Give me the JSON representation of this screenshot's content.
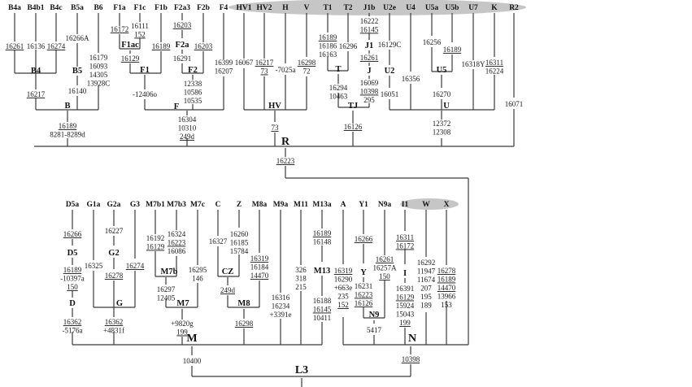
{
  "figure": {
    "highlight_color": "#c6c6c6",
    "line_color": "#3a3a3a",
    "upper_ellipse_group": [
      "HV1",
      "HV2",
      "H",
      "V",
      "T1",
      "T2",
      "J1b",
      "U2e",
      "U4",
      "U5a",
      "U5b",
      "U7",
      "K",
      "R2"
    ],
    "lower_ellipse_group": [
      "I1",
      "W",
      "X"
    ]
  },
  "tips": [
    {
      "id": "B4a",
      "label": "B4a",
      "muts": [
        {
          "t": "16261",
          "u": true
        }
      ]
    },
    {
      "id": "B4b1",
      "label": "B4b1",
      "muts": [
        {
          "t": "16136"
        }
      ]
    },
    {
      "id": "B4c",
      "label": "B4c",
      "muts": [
        {
          "t": "16274",
          "u": true
        }
      ]
    },
    {
      "id": "B5a",
      "label": "B5a",
      "muts": [
        {
          "t": "16266A"
        }
      ]
    },
    {
      "id": "B6",
      "label": "B6",
      "muts": [
        {
          "t": "16179"
        },
        {
          "t": "16093"
        },
        {
          "t": "14305"
        },
        {
          "t": "13928C"
        }
      ]
    },
    {
      "id": "F1a",
      "label": "F1a",
      "muts": [
        {
          "t": "16172",
          "u": true
        }
      ]
    },
    {
      "id": "F1c",
      "label": "F1c",
      "muts": [
        {
          "t": "16111"
        },
        {
          "t": "152",
          "u": true
        }
      ]
    },
    {
      "id": "F1b",
      "label": "F1b",
      "muts": [
        {
          "t": "16189",
          "u": true
        }
      ]
    },
    {
      "id": "F2a3",
      "label": "F2a3",
      "muts": [
        {
          "t": "16203",
          "u": true
        }
      ]
    },
    {
      "id": "F2b",
      "label": "F2b",
      "muts": [
        {
          "t": "16203",
          "u": true
        }
      ]
    },
    {
      "id": "F4",
      "label": "F4",
      "muts": [
        {
          "t": "16399"
        },
        {
          "t": "16207"
        }
      ]
    },
    {
      "id": "HV1",
      "label": "HV1",
      "muts": [
        {
          "t": "16067"
        }
      ]
    },
    {
      "id": "HV2",
      "label": "HV2",
      "muts": [
        {
          "t": "16217",
          "u": true
        },
        {
          "t": "73",
          "u": true
        }
      ]
    },
    {
      "id": "H",
      "label": "H",
      "muts": [
        {
          "t": "-7025a"
        }
      ]
    },
    {
      "id": "V",
      "label": "V",
      "muts": [
        {
          "t": "16298",
          "u": true
        },
        {
          "t": "72"
        }
      ]
    },
    {
      "id": "T1",
      "label": "T1",
      "muts": [
        {
          "t": "16189",
          "u": true
        },
        {
          "t": "16186"
        },
        {
          "t": "16163"
        }
      ]
    },
    {
      "id": "T2",
      "label": "T2",
      "muts": [
        {
          "t": "16296"
        }
      ]
    },
    {
      "id": "J1b",
      "label": "J1b",
      "muts": [
        {
          "t": "16222"
        },
        {
          "t": "16145",
          "u": true
        }
      ]
    },
    {
      "id": "U2e",
      "label": "U2e",
      "muts": [
        {
          "t": "16129C"
        }
      ]
    },
    {
      "id": "U4",
      "label": "U4",
      "muts": [
        {
          "t": "16356"
        }
      ]
    },
    {
      "id": "U5a",
      "label": "U5a",
      "muts": [
        {
          "t": "16256"
        }
      ]
    },
    {
      "id": "U5b",
      "label": "U5b",
      "muts": [
        {
          "t": "16189",
          "u": true
        }
      ]
    },
    {
      "id": "U7",
      "label": "U7",
      "muts": [
        {
          "t": "16318Y"
        }
      ]
    },
    {
      "id": "K",
      "label": "K",
      "muts": [
        {
          "t": "16311",
          "u": true
        },
        {
          "t": "16224"
        }
      ]
    },
    {
      "id": "R2",
      "label": "R2",
      "muts": [
        {
          "t": "16071"
        }
      ]
    },
    {
      "id": "D5a",
      "label": "D5a",
      "muts": [
        {
          "t": "16266",
          "u": true
        }
      ]
    },
    {
      "id": "G1a",
      "label": "G1a",
      "muts": [
        {
          "t": "16325"
        }
      ]
    },
    {
      "id": "G2a",
      "label": "G2a",
      "muts": [
        {
          "t": "16227"
        }
      ]
    },
    {
      "id": "G3",
      "label": "G3",
      "muts": [
        {
          "t": "16274",
          "u": true
        }
      ]
    },
    {
      "id": "M7b1",
      "label": "M7b1",
      "muts": [
        {
          "t": "16192"
        },
        {
          "t": "16129",
          "u": true
        }
      ]
    },
    {
      "id": "M7b3",
      "label": "M7b3",
      "muts": [
        {
          "t": "16324"
        },
        {
          "t": "16223",
          "u": true
        },
        {
          "t": "16086"
        }
      ]
    },
    {
      "id": "M7c",
      "label": "M7c",
      "muts": [
        {
          "t": "16295"
        },
        {
          "t": "146"
        }
      ]
    },
    {
      "id": "C",
      "label": "C",
      "muts": [
        {
          "t": "16327"
        }
      ]
    },
    {
      "id": "Z",
      "label": "Z",
      "muts": [
        {
          "t": "16260"
        },
        {
          "t": "16185"
        },
        {
          "t": "15784"
        }
      ]
    },
    {
      "id": "M8a",
      "label": "M8a",
      "muts": [
        {
          "t": "16319",
          "u": true
        },
        {
          "t": "16184"
        },
        {
          "t": "14470",
          "u": true
        }
      ]
    },
    {
      "id": "M9a",
      "label": "M9a",
      "muts": [
        {
          "t": "16316"
        },
        {
          "t": "16234"
        },
        {
          "t": "+3391e"
        }
      ]
    },
    {
      "id": "M11",
      "label": "M11",
      "muts": [
        {
          "t": "326"
        },
        {
          "t": "318"
        },
        {
          "t": "215"
        }
      ]
    },
    {
      "id": "M13a",
      "label": "M13a",
      "muts": [
        {
          "t": "16189",
          "u": true
        },
        {
          "t": "16148"
        }
      ]
    },
    {
      "id": "A",
      "label": "A",
      "muts": [
        {
          "t": "16319",
          "u": true
        },
        {
          "t": "16290"
        },
        {
          "t": "+663e"
        },
        {
          "t": "235"
        },
        {
          "t": "152",
          "u": true
        }
      ]
    },
    {
      "id": "Y1",
      "label": "Y1",
      "muts": [
        {
          "t": "16266",
          "u": true
        }
      ]
    },
    {
      "id": "N9a",
      "label": "N9a",
      "muts": [
        {
          "t": "16261",
          "u": true
        },
        {
          "t": "16257A"
        },
        {
          "t": "150",
          "u": true
        }
      ]
    },
    {
      "id": "I1",
      "label": "I1",
      "muts": [
        {
          "t": "16311",
          "u": true
        },
        {
          "t": "16172",
          "u": true
        }
      ]
    },
    {
      "id": "W",
      "label": "W",
      "muts": [
        {
          "t": "16292"
        },
        {
          "t": "11947"
        },
        {
          "t": "11674"
        },
        {
          "t": "207"
        },
        {
          "t": "195"
        },
        {
          "t": "189"
        }
      ]
    },
    {
      "id": "X",
      "label": "X",
      "muts": [
        {
          "t": "16278",
          "u": true
        },
        {
          "t": "16189",
          "u": true
        },
        {
          "t": "14470",
          "u": true
        },
        {
          "t": "13966"
        },
        {
          "t": "153"
        }
      ]
    }
  ],
  "nodes": [
    {
      "id": "B4",
      "label": "B4",
      "muts": [
        {
          "t": "16217",
          "u": true
        }
      ]
    },
    {
      "id": "B5",
      "label": "B5",
      "muts": [
        {
          "t": "16140"
        }
      ]
    },
    {
      "id": "B",
      "label": "B",
      "muts": [
        {
          "t": "16189",
          "u": true
        },
        {
          "t": "8281-8289d"
        }
      ]
    },
    {
      "id": "F1ac",
      "label": "F1ac",
      "muts": [
        {
          "t": "16129",
          "u": true
        }
      ]
    },
    {
      "id": "F1",
      "label": "F1",
      "muts": [
        {
          "t": "-12406o"
        }
      ]
    },
    {
      "id": "F2a",
      "label": "F2a",
      "muts": [
        {
          "t": "16291"
        }
      ]
    },
    {
      "id": "F2",
      "label": "F2",
      "muts": [
        {
          "t": "12338"
        },
        {
          "t": "10586"
        },
        {
          "t": "10535"
        }
      ]
    },
    {
      "id": "F",
      "label": "F",
      "muts": [
        {
          "t": "16304"
        },
        {
          "t": "10310"
        },
        {
          "t": "249d",
          "u": true
        }
      ]
    },
    {
      "id": "HV",
      "label": "HV",
      "muts": [
        {
          "t": "73",
          "u": true
        }
      ]
    },
    {
      "id": "T",
      "label": "T",
      "muts": [
        {
          "t": "16294"
        },
        {
          "t": "10463"
        }
      ]
    },
    {
      "id": "J1",
      "label": "J1",
      "muts": [
        {
          "t": "16261",
          "u": true
        }
      ]
    },
    {
      "id": "J",
      "label": "J",
      "muts": [
        {
          "t": "16069"
        },
        {
          "t": "10398",
          "u": true
        },
        {
          "t": "295"
        }
      ]
    },
    {
      "id": "TJ",
      "label": "TJ",
      "muts": [
        {
          "t": "16126",
          "u": true
        }
      ]
    },
    {
      "id": "U2",
      "label": "U2",
      "muts": [
        {
          "t": "16051"
        }
      ]
    },
    {
      "id": "U5",
      "label": "U5",
      "muts": [
        {
          "t": "16270"
        }
      ]
    },
    {
      "id": "U",
      "label": "U",
      "muts": [
        {
          "t": "12372"
        },
        {
          "t": "12308"
        }
      ]
    },
    {
      "id": "R",
      "label": "R",
      "muts": [
        {
          "t": "16223",
          "u": true
        }
      ]
    },
    {
      "id": "D5",
      "label": "D5",
      "muts": [
        {
          "t": "16189",
          "u": true
        },
        {
          "t": "-10397a"
        },
        {
          "t": "150",
          "u": true
        }
      ]
    },
    {
      "id": "D",
      "label": "D",
      "muts": [
        {
          "t": "16362",
          "u": true
        },
        {
          "t": "-5176a"
        }
      ]
    },
    {
      "id": "G2",
      "label": "G2",
      "muts": [
        {
          "t": "16278",
          "u": true
        }
      ]
    },
    {
      "id": "G",
      "label": "G",
      "muts": [
        {
          "t": "16362",
          "u": true
        },
        {
          "t": "+4831f"
        }
      ]
    },
    {
      "id": "M7b",
      "label": "M7b",
      "muts": [
        {
          "t": "16297"
        },
        {
          "t": "12405"
        }
      ]
    },
    {
      "id": "M7",
      "label": "M7",
      "muts": [
        {
          "t": "+9820g"
        },
        {
          "t": "199",
          "u": true
        }
      ]
    },
    {
      "id": "CZ",
      "label": "CZ",
      "muts": [
        {
          "t": "249d",
          "u": true
        }
      ]
    },
    {
      "id": "M8",
      "label": "M8",
      "muts": [
        {
          "t": "16298",
          "u": true
        }
      ]
    },
    {
      "id": "M13",
      "label": "M13",
      "muts": [
        {
          "t": "16188"
        },
        {
          "t": "16145",
          "u": true
        },
        {
          "t": "10411"
        }
      ]
    },
    {
      "id": "Y",
      "label": "Y",
      "muts": [
        {
          "t": "16231"
        },
        {
          "t": "16223",
          "u": true
        },
        {
          "t": "16126",
          "u": true
        }
      ]
    },
    {
      "id": "N9",
      "label": "N9",
      "muts": [
        {
          "t": "5417"
        }
      ]
    },
    {
      "id": "I",
      "label": "I",
      "muts": [
        {
          "t": "16391"
        },
        {
          "t": "16129",
          "u": true
        },
        {
          "t": "15924"
        },
        {
          "t": "15043"
        },
        {
          "t": "199",
          "u": true
        }
      ]
    },
    {
      "id": "M",
      "label": "M",
      "muts": [
        {
          "t": "10400"
        }
      ]
    },
    {
      "id": "N",
      "label": "N",
      "muts": [
        {
          "t": "10398",
          "u": true
        }
      ]
    },
    {
      "id": "L3",
      "label": "L3",
      "muts": []
    }
  ]
}
